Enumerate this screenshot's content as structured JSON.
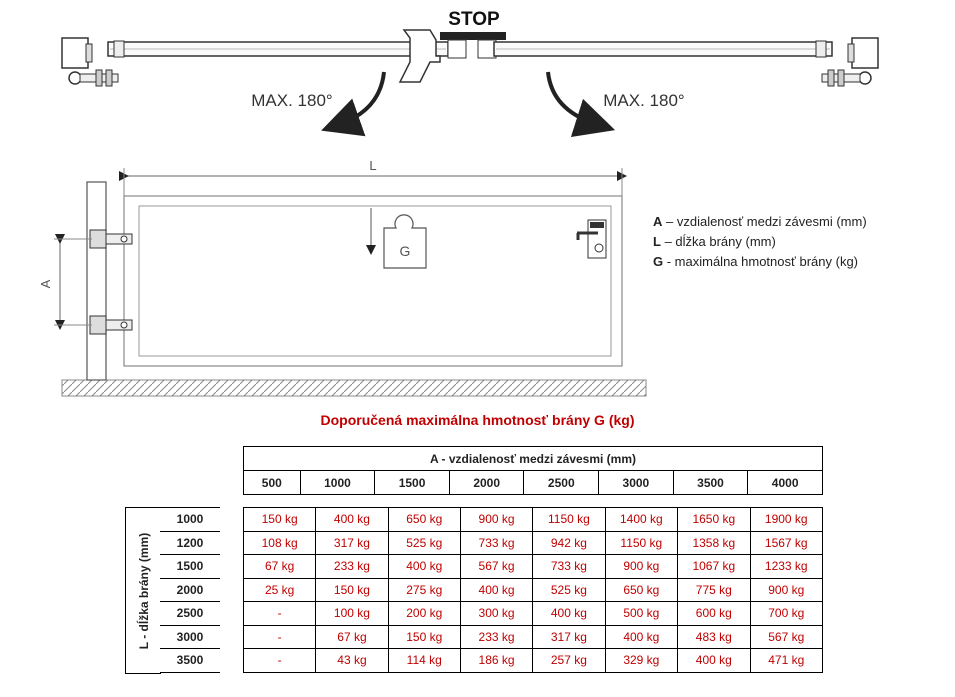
{
  "top": {
    "stop_label": "STOP",
    "left_angle": "MAX. 180°",
    "right_angle": "MAX. 180°"
  },
  "gate": {
    "length_label": "L",
    "distance_label": "A",
    "weight_label": "G"
  },
  "legend": [
    {
      "key": "A",
      "text": " – vzdialenosť medzi závesmi (mm)"
    },
    {
      "key": "L",
      "text": " – dĺžka brány (mm)"
    },
    {
      "key": "G",
      "text": " - maximálna hmotnosť brány (kg)"
    }
  ],
  "table": {
    "title": "Doporučená maximálna hmotnosť brány G (kg)",
    "column_group": "A - vzdialenosť medzi závesmi (mm)",
    "row_group": "L - dĺžka brány (mm)",
    "columns": [
      "500",
      "1000",
      "1500",
      "2000",
      "2500",
      "3000",
      "3500",
      "4000"
    ],
    "rows": [
      {
        "label": "1000",
        "values": [
          "150 kg",
          "400 kg",
          "650 kg",
          "900 kg",
          "1150 kg",
          "1400 kg",
          "1650 kg",
          "1900 kg"
        ]
      },
      {
        "label": "1200",
        "values": [
          "108 kg",
          "317 kg",
          "525 kg",
          "733 kg",
          "942 kg",
          "1150 kg",
          "1358 kg",
          "1567 kg"
        ]
      },
      {
        "label": "1500",
        "values": [
          "67 kg",
          "233 kg",
          "400 kg",
          "567 kg",
          "733 kg",
          "900 kg",
          "1067 kg",
          "1233 kg"
        ]
      },
      {
        "label": "2000",
        "values": [
          "25 kg",
          "150 kg",
          "275 kg",
          "400 kg",
          "525 kg",
          "650 kg",
          "775 kg",
          "900 kg"
        ]
      },
      {
        "label": "2500",
        "values": [
          "-",
          "100 kg",
          "200 kg",
          "300 kg",
          "400 kg",
          "500 kg",
          "600 kg",
          "700 kg"
        ]
      },
      {
        "label": "3000",
        "values": [
          "-",
          "67 kg",
          "150 kg",
          "233 kg",
          "317 kg",
          "400 kg",
          "483 kg",
          "567 kg"
        ]
      },
      {
        "label": "3500",
        "values": [
          "-",
          "43 kg",
          "114 kg",
          "186 kg",
          "257 kg",
          "329 kg",
          "400 kg",
          "471 kg"
        ]
      }
    ]
  }
}
